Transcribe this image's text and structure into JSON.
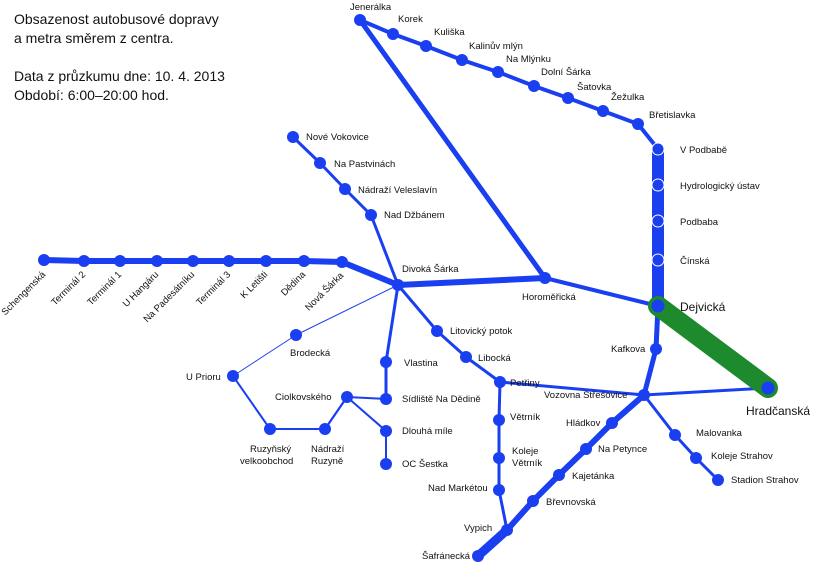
{
  "header": {
    "line1": "Obsazenost autobusové dopravy",
    "line2": "a metra směrem z centra.",
    "line3": "Data z průzkumu dne: 10. 4. 2013",
    "line4": "Období: 6:00–20:00 hod."
  },
  "colors": {
    "bus": "#1a3ff0",
    "metro": "#1e8a2e",
    "stop_outline": "#1a3ff0"
  },
  "stops": {
    "jeneralka": "Jenerálka",
    "korek": "Korek",
    "kuliska": "Kuliška",
    "kalinuv_mlyn": "Kalinův mlýn",
    "na_mlynku": "Na Mlýnku",
    "dolni_sarka": "Dolní Šárka",
    "satovka": "Šatovka",
    "zezulka": "Žežulka",
    "bretislavka": "Břetislavka",
    "v_podbabe": "V Podbabě",
    "hydrologicky_ustav": "Hydrologický ústav",
    "podbaba": "Podbaba",
    "cinska": "Čínská",
    "dejvicka": "Dejvická",
    "hradcanska": "Hradčanská",
    "kafkova": "Kafkova",
    "vozovna_stresovice": "Vozovna Střešovice",
    "hladkov": "Hládkov",
    "na_petynce": "Na Petynce",
    "malovanka": "Malovanka",
    "koleje_strahov": "Koleje Strahov",
    "stadion_strahov": "Stadion Strahov",
    "kajetanka": "Kajetánka",
    "brevnovska": "Břevnovská",
    "vypich": "Vypich",
    "safranecka": "Šafránecká",
    "nove_vokovice": "Nové Vokovice",
    "na_pastvinach": "Na Pastvinách",
    "nadrazi_veleslavin": "Nádraží Veleslavín",
    "nad_dzbanem": "Nad Džbánem",
    "divoka_sarka": "Divoká Šárka",
    "horomericka": "Horoměřická",
    "litovicky_potok": "Litovický potok",
    "libocka": "Libocká",
    "petriny": "Petřiny",
    "vetrnik": "Větrník",
    "koleje_vetrnik_1": "Koleje",
    "koleje_vetrnik_2": "Větrník",
    "nad_marketou": "Nad Markétou",
    "vlastina": "Vlastina",
    "sidliste_na_dedine": "Sídliště Na Dědině",
    "dlouha_mile": "Dlouhá míle",
    "oc_sestka": "OC Šestka",
    "ciolkovskeho": "Ciolkovského",
    "brodecka": "Brodecká",
    "u_prioru": "U Prioru",
    "ruzynsky_1": "Ruzyňský",
    "ruzynsky_2": "velkoobchod",
    "nadrazi_ruzyne_1": "Nádraží",
    "nadrazi_ruzyne_2": "Ruzyně",
    "schengenska": "Schengenská",
    "terminal_2": "Terminál 2",
    "terminal_1": "Terminál 1",
    "u_hangaru": "U Hangáru",
    "na_padesatniku": "Na Padesátníku",
    "terminal_3": "Terminál 3",
    "k_letisti": "K Letišti",
    "dedina": "Dědina",
    "nova_sarka": "Nová Šárka"
  }
}
